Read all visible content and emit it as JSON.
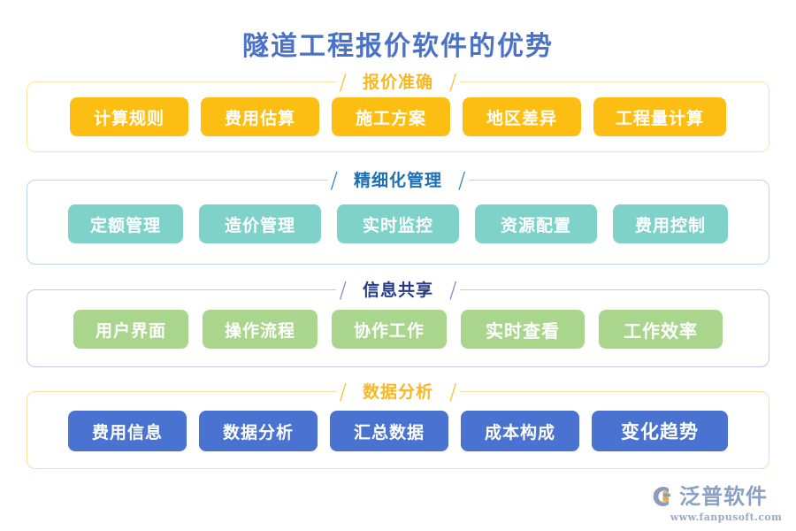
{
  "page": {
    "title": "隧道工程报价软件的优势",
    "title_color": "#4a72c8",
    "background": "#ffffff"
  },
  "sections": [
    {
      "label": "报价准确",
      "label_color": "#f8b723",
      "border_color": "#fbe3a1",
      "chip_color": "#fcbe13",
      "slash": "/",
      "items": [
        "计算规则",
        "费用估算",
        "施工方案",
        "地区差异",
        "工程量计算"
      ]
    },
    {
      "label": "精细化管理",
      "label_color": "#1f6fb5",
      "border_color": "#b9d8ee",
      "chip_color": "#7fd2c9",
      "slash": "/",
      "items": [
        "定额管理",
        "造价管理",
        "实时监控",
        "资源配置",
        "费用控制"
      ]
    },
    {
      "label": "信息共享",
      "label_color": "#263a87",
      "border_color": "#c3c8ea",
      "chip_color": "#a9d58c",
      "slash": "/",
      "items": [
        "用户界面",
        "操作流程",
        "协作工作",
        "实时查看",
        "工作效率"
      ]
    },
    {
      "label": "数据分析",
      "label_color": "#f8b723",
      "border_color": "#fbdda0",
      "chip_color": "#4a72d0",
      "slash": "/",
      "items": [
        "费用信息",
        "数据分析",
        "汇总数据",
        "成本构成",
        "变化趋势"
      ]
    }
  ],
  "watermark": {
    "brand": "泛普软件",
    "url": "www.fanpusoft.com",
    "icon": "fanpu-swoosh-logo-icon",
    "text_color": "#8aa0c4",
    "accent_color": "#f0a93c"
  }
}
